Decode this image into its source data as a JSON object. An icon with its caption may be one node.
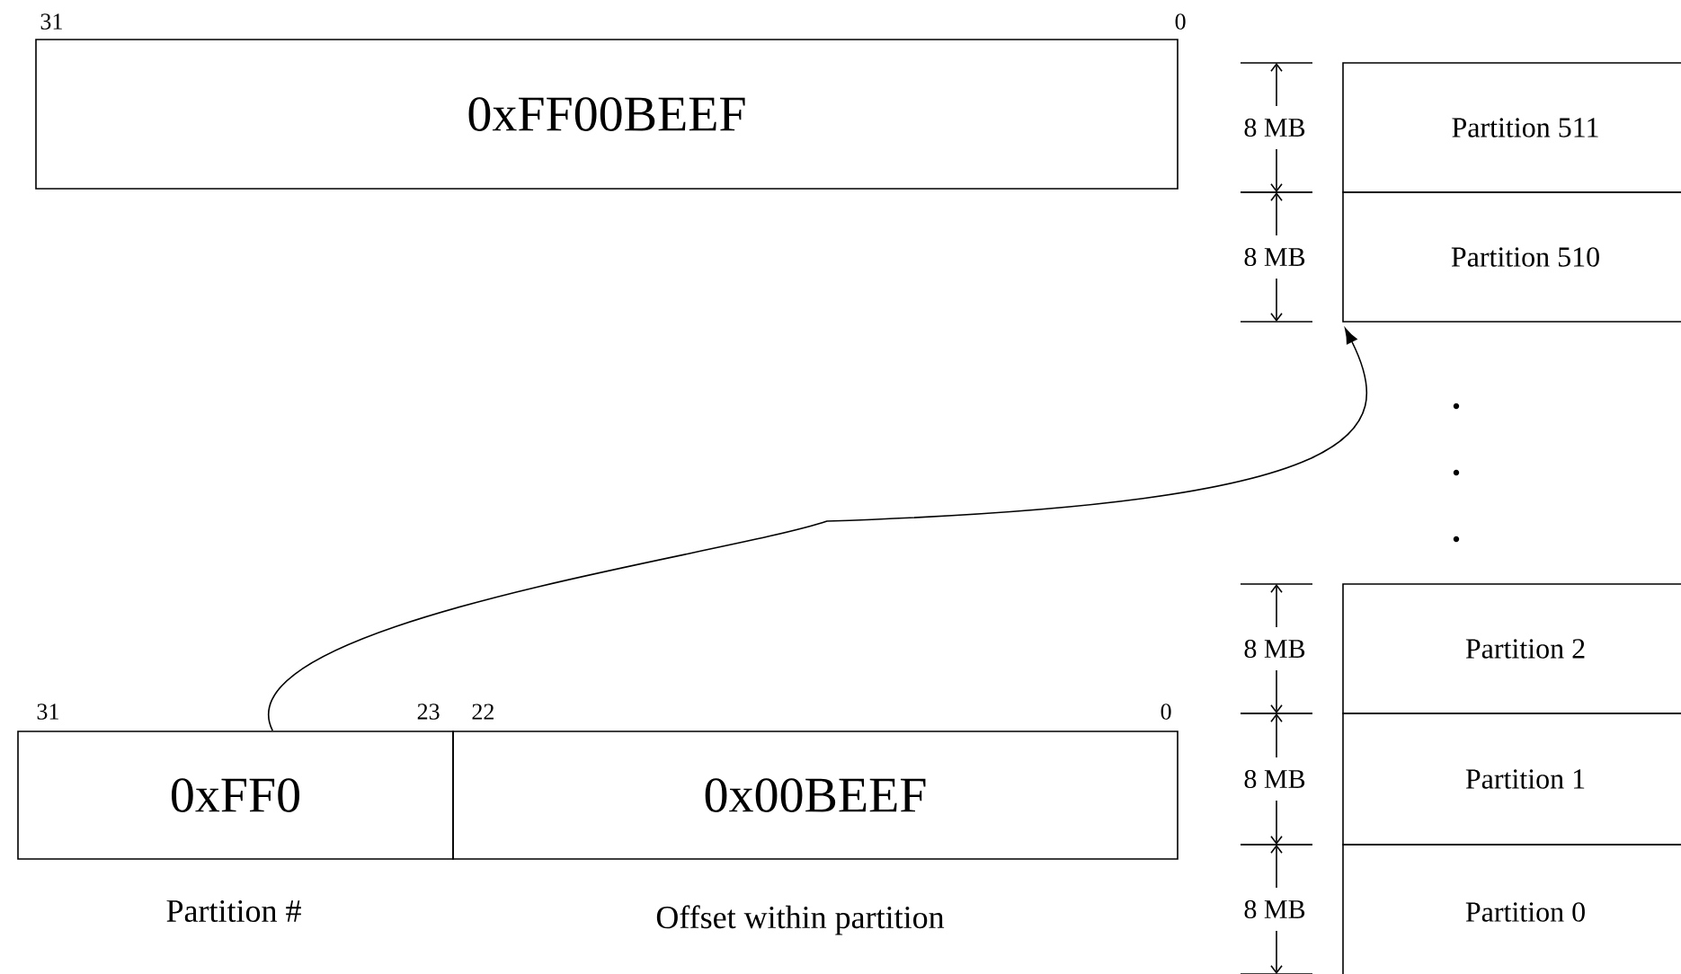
{
  "diagram": {
    "nodes": [
      {
        "text": [
          "0xFF00BEEF"
        ],
        "beside": [
          "31",
          "0"
        ]
      },
      {
        "text": [
          "Partition 511"
        ]
      },
      {
        "text": [
          "Partition 510"
        ]
      },
      {
        "text": [
          "Partition 2"
        ]
      },
      {
        "text": [
          "Partition 1"
        ]
      },
      {
        "text": [
          "Partition 0"
        ]
      },
      {
        "text": [
          "0xFF0"
        ],
        "beside": [
          "31",
          "23",
          "Partition #"
        ]
      },
      {
        "text": [
          "0x00BEEF"
        ],
        "beside": [
          "22",
          "0",
          "Offset within partition"
        ]
      }
    ],
    "edges": [
      {
        "from": 6,
        "to": 2,
        "arrow": "to"
      }
    ],
    "labels": [
      "8 MB",
      "8 MB",
      "8 MB",
      "8 MB",
      "8 MB"
    ]
  }
}
